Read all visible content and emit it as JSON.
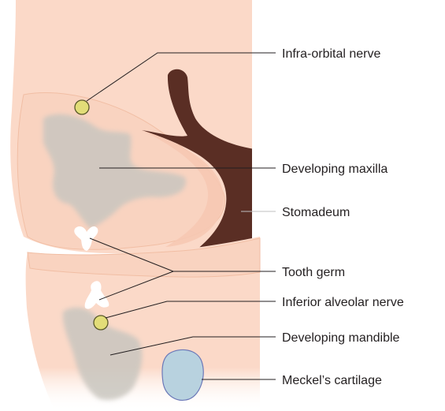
{
  "labels": {
    "infra_orbital_nerve": "Infra-orbital nerve",
    "developing_maxilla": "Developing maxilla",
    "stomadeum": "Stomadeum",
    "tooth_germ": "Tooth germ",
    "inferior_alveolar_nerve": "Inferior alveolar nerve",
    "developing_mandible": "Developing mandible",
    "meckels_cartilage": "Meckel’s cartilage"
  },
  "colors": {
    "tissue": "#fbd9c8",
    "tissue_edge": "#f3c3ab",
    "bone": "#c9c6bf",
    "cavity": "#5a2e24",
    "nerve_fill": "#e2dd78",
    "nerve_stroke": "#5a5a2a",
    "cartilage_fill": "#b8d2df",
    "cartilage_stroke": "#6b78b8",
    "tooth": "#ffffff",
    "leader": "#231f20"
  }
}
